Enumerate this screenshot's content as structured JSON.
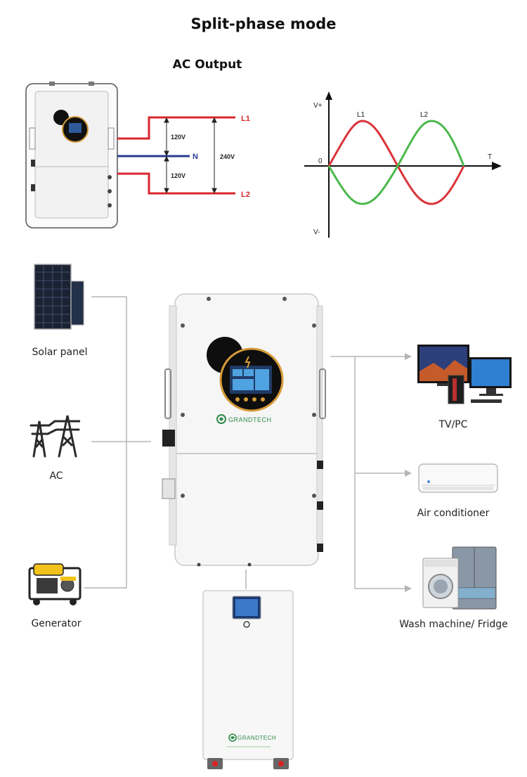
{
  "title": "Split-phase mode",
  "ac_output": {
    "heading": "AC Output",
    "line1": "L1",
    "neutral": "N",
    "line2": "L2",
    "voltage_upper": "120V",
    "voltage_lower": "120V",
    "voltage_total": "240V",
    "line1_color": "#d9262c",
    "neutral_color": "#2a3b8f",
    "line2_color": "#d9262c"
  },
  "waveform": {
    "y_top_label": "V+",
    "y_bottom_label": "V-",
    "origin_label": "0",
    "x_axis_label": "T",
    "series": [
      {
        "name": "L1",
        "color": "#d9343a"
      },
      {
        "name": "L2",
        "color": "#4cb84c"
      }
    ]
  },
  "inputs": [
    {
      "label": "Solar panel",
      "icon": "solar-panel-icon"
    },
    {
      "label": "AC",
      "icon": "power-pylon-icon"
    },
    {
      "label": "Generator",
      "icon": "generator-icon"
    }
  ],
  "outputs": [
    {
      "label": "TV/PC",
      "icon": "tv-pc-icon"
    },
    {
      "label": "Air conditioner",
      "icon": "air-conditioner-icon"
    },
    {
      "label": "Wash machine/ Fridge",
      "icon": "washer-fridge-icon"
    }
  ],
  "inverter": {
    "brand": "GRANDTECH"
  },
  "battery": {
    "brand": "GRANDTECH"
  }
}
